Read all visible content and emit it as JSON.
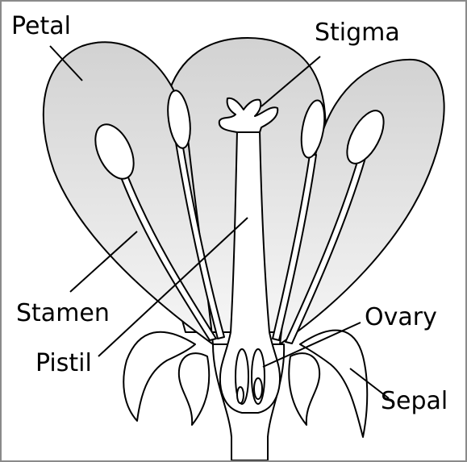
{
  "labels": {
    "petal": "Petal",
    "stigma": "Stigma",
    "stamen": "Stamen",
    "pistil": "Pistil",
    "ovary": "Ovary",
    "sepal": "Sepal"
  },
  "colors": {
    "outline": "#000000",
    "petal_fill_top": "#d6d6d6",
    "petal_fill_bottom": "#f4f4f4",
    "frame_border": "#8a8a8a",
    "background": "#ffffff"
  }
}
